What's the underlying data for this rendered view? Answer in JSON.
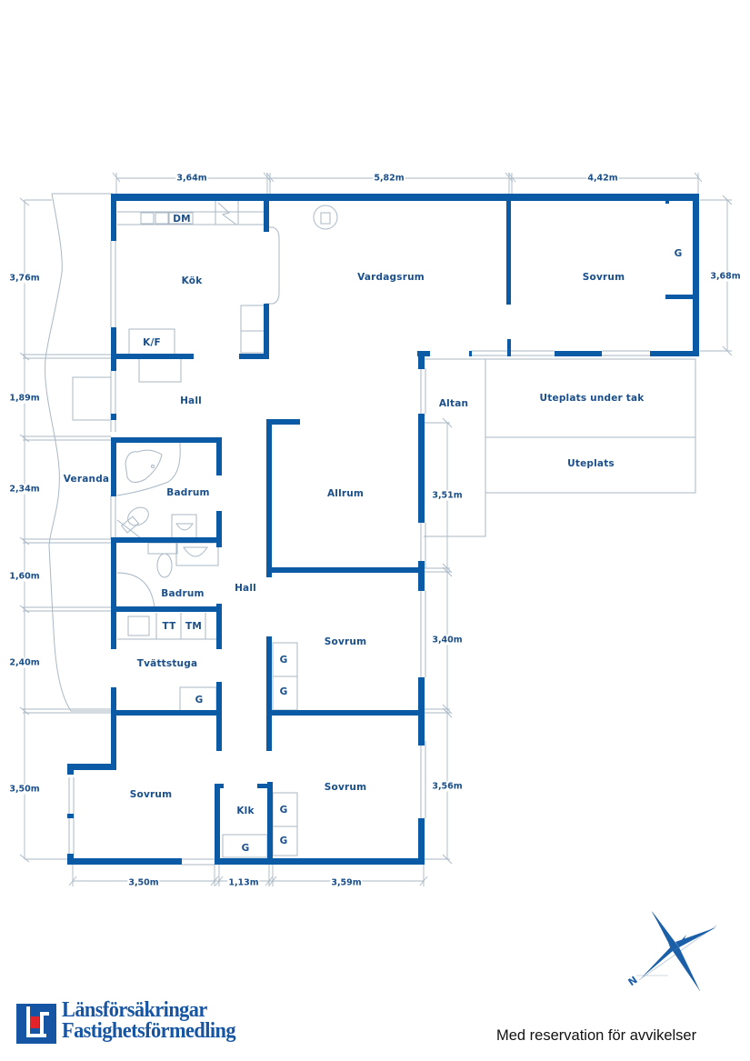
{
  "floorplan": {
    "dimensions_top": [
      "3,64m",
      "5,82m",
      "4,42m"
    ],
    "dimensions_left": [
      "3,76m",
      "1,89m",
      "2,34m",
      "1,60m",
      "2,40m",
      "3,50m"
    ],
    "dimensions_right": [
      "3,68m",
      "3,51m",
      "3,40m",
      "3,56m"
    ],
    "dimensions_bottom": [
      "3,50m",
      "1,13m",
      "3,59m"
    ],
    "rooms": {
      "kok": "Kök",
      "vardagsrum": "Vardagsrum",
      "sovrum_ne": "Sovrum",
      "hall_upper": "Hall",
      "veranda": "Veranda",
      "badrum_1": "Badrum",
      "badrum_2": "Badrum",
      "hall_lower": "Hall",
      "allrum": "Allrum",
      "altan": "Altan",
      "uteplats_under_tak": "Uteplats under tak",
      "uteplats": "Uteplats",
      "tvattstuga": "Tvättstuga",
      "sovrum_mid": "Sovrum",
      "sovrum_sw": "Sovrum",
      "klk": "Klk",
      "sovrum_se": "Sovrum"
    },
    "fixtures": {
      "dm": "DM",
      "kf": "K/F",
      "tt": "TT",
      "tm": "TM",
      "g_sovrum_ne": "G",
      "g_tvatt": "G",
      "g_mid_1": "G",
      "g_mid_2": "G",
      "g_klk": "G",
      "g_se_1": "G",
      "g_se_2": "G"
    },
    "colors": {
      "wall": "#0b5aa6",
      "label": "#1a4f8a",
      "thin_line": "#a9b8c6"
    }
  },
  "compass": {
    "north_label": "N"
  },
  "footer": {
    "brand_line1": "Länsförsäkringar",
    "brand_line2": "Fastighetsförmedling",
    "disclaimer": "Med reservation för avvikelser",
    "brand_color": "#1555a3",
    "brand_accent": "#e3232b"
  }
}
